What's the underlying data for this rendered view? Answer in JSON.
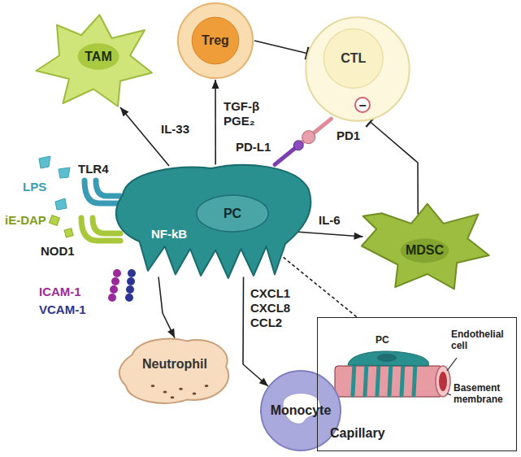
{
  "diagram": {
    "nodes": [
      {
        "text": [
          "TAM"
        ]
      },
      {
        "text": [
          "Treg"
        ]
      },
      {
        "text": [
          "CTL"
        ]
      },
      {
        "text": [
          "PC",
          "NF-kB"
        ]
      },
      {
        "text": [
          "MDSC"
        ]
      },
      {
        "text": [
          "Neutrophil"
        ]
      },
      {
        "text": [
          "Monocyte"
        ]
      },
      {
        "text": [
          "Capillary"
        ]
      }
    ],
    "edges": [
      {
        "from": 3,
        "to": 0,
        "label": "IL-33",
        "arrow": "to"
      },
      {
        "from": 3,
        "to": 1,
        "label": "TGF-β PGE₂",
        "arrow": "to"
      },
      {
        "from": 1,
        "to": 2,
        "arrow": "to"
      },
      {
        "from": 4,
        "to": 2,
        "arrow": "to"
      },
      {
        "from": 3,
        "to": 2,
        "arrow": "none"
      },
      {
        "from": 3,
        "to": 4,
        "label": "IL-6",
        "arrow": "to"
      },
      {
        "from": 3,
        "to": 5,
        "arrow": "to"
      },
      {
        "from": 3,
        "to": 6,
        "label": "CXCL1 CXCL8 CCL2",
        "arrow": "to"
      },
      {
        "from": 3,
        "to": 7,
        "arrow": "none"
      }
    ],
    "labels": [
      "LPS",
      "TLR4",
      "iE-DAP",
      "NOD1",
      "ICAM-1",
      "VCAM-1",
      "PD1",
      "PD-L1",
      "−",
      "PC",
      "Endothelial cell",
      "Basement membrane"
    ]
  }
}
